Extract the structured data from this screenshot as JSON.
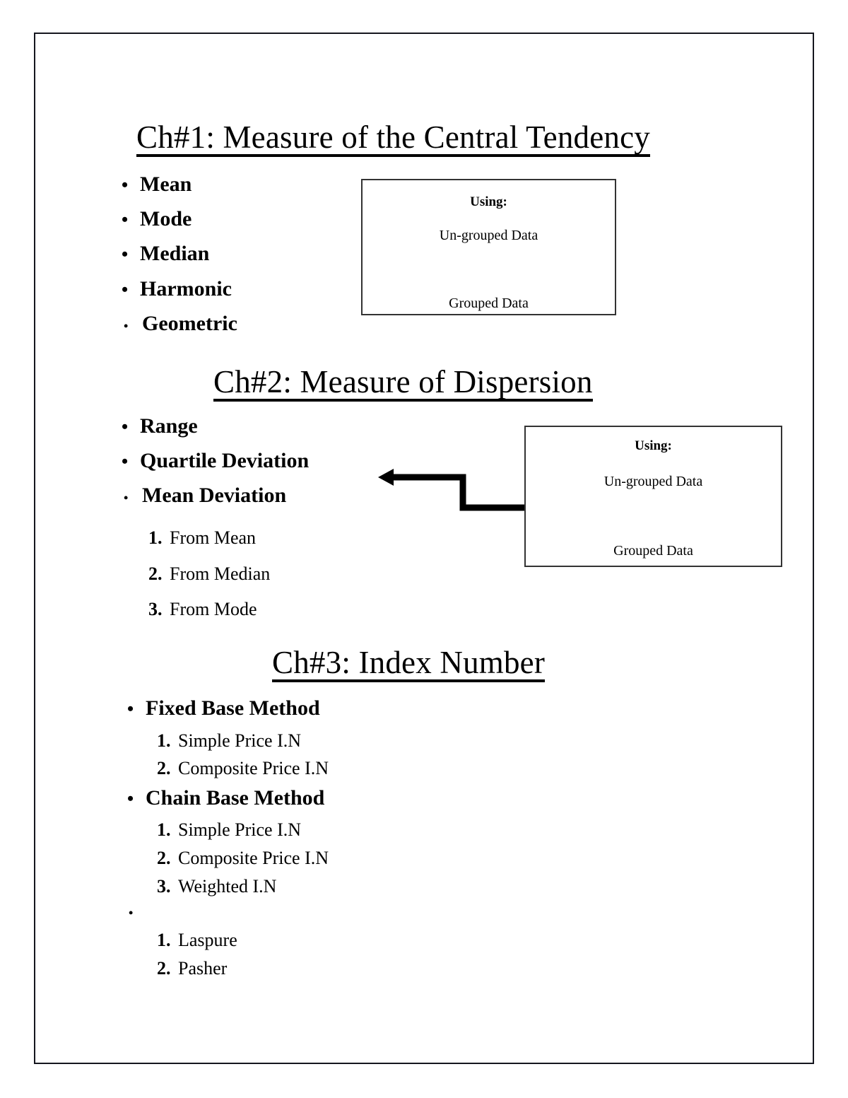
{
  "document": {
    "page_border_color": "#15161e",
    "background": "#ffffff",
    "text_color": "#000000"
  },
  "sections": [
    {
      "id": "ch1",
      "heading": "Ch#1: Measure of the Central Tendency",
      "bullets": [
        {
          "glyph": "•",
          "label": "Mean"
        },
        {
          "glyph": "•",
          "label": "Mode"
        },
        {
          "glyph": "•",
          "label": "Median"
        },
        {
          "glyph": "•",
          "label": "Harmonic"
        },
        {
          "glyph": "•",
          "label": "Geometric"
        }
      ]
    },
    {
      "id": "ch2",
      "heading": "Ch#2: Measure of Dispersion",
      "bullets": [
        {
          "glyph": "•",
          "label": "Range"
        },
        {
          "glyph": "•",
          "label": "Quartile Deviation"
        },
        {
          "glyph": "•",
          "label": "Mean Deviation"
        }
      ],
      "numbered": [
        {
          "num": "1.",
          "text": "From Mean"
        },
        {
          "num": "2.",
          "text": "From Median"
        },
        {
          "num": "3.",
          "text": "From Mode"
        }
      ]
    },
    {
      "id": "ch3",
      "heading": "Ch#3: Index Number",
      "groups": [
        {
          "bullet": {
            "glyph": "•",
            "label": "Fixed Base Method"
          },
          "numbered": [
            {
              "num": "1.",
              "text": "Simple Price I.N"
            },
            {
              "num": "2.",
              "text": "Composite Price I.N"
            }
          ]
        },
        {
          "bullet": {
            "glyph": "•",
            "label": "Chain Base Method"
          },
          "numbered": [
            {
              "num": "1.",
              "text": "Simple Price I.N"
            },
            {
              "num": "2.",
              "text": "Composite Price I.N"
            },
            {
              "num": "3.",
              "text": "Weighted I.N"
            }
          ]
        },
        {
          "bullet": {
            "glyph": "•",
            "label": ""
          },
          "numbered": [
            {
              "num": "1.",
              "text": "Laspure"
            },
            {
              "num": "2.",
              "text": "Pasher"
            }
          ]
        }
      ]
    }
  ],
  "using_boxes": [
    {
      "id": "using-box-1",
      "title": "Using:",
      "line_1": "Un-grouped Data",
      "line_2": "Grouped Data"
    },
    {
      "id": "using-box-2",
      "title": "Using:",
      "line_1": "Un-grouped Data",
      "line_2": "Grouped Data"
    }
  ],
  "connector": {
    "name": "elbow-arrow",
    "direction": "left",
    "from": "using-box-2",
    "to": "quartile-deviation-bullet"
  }
}
